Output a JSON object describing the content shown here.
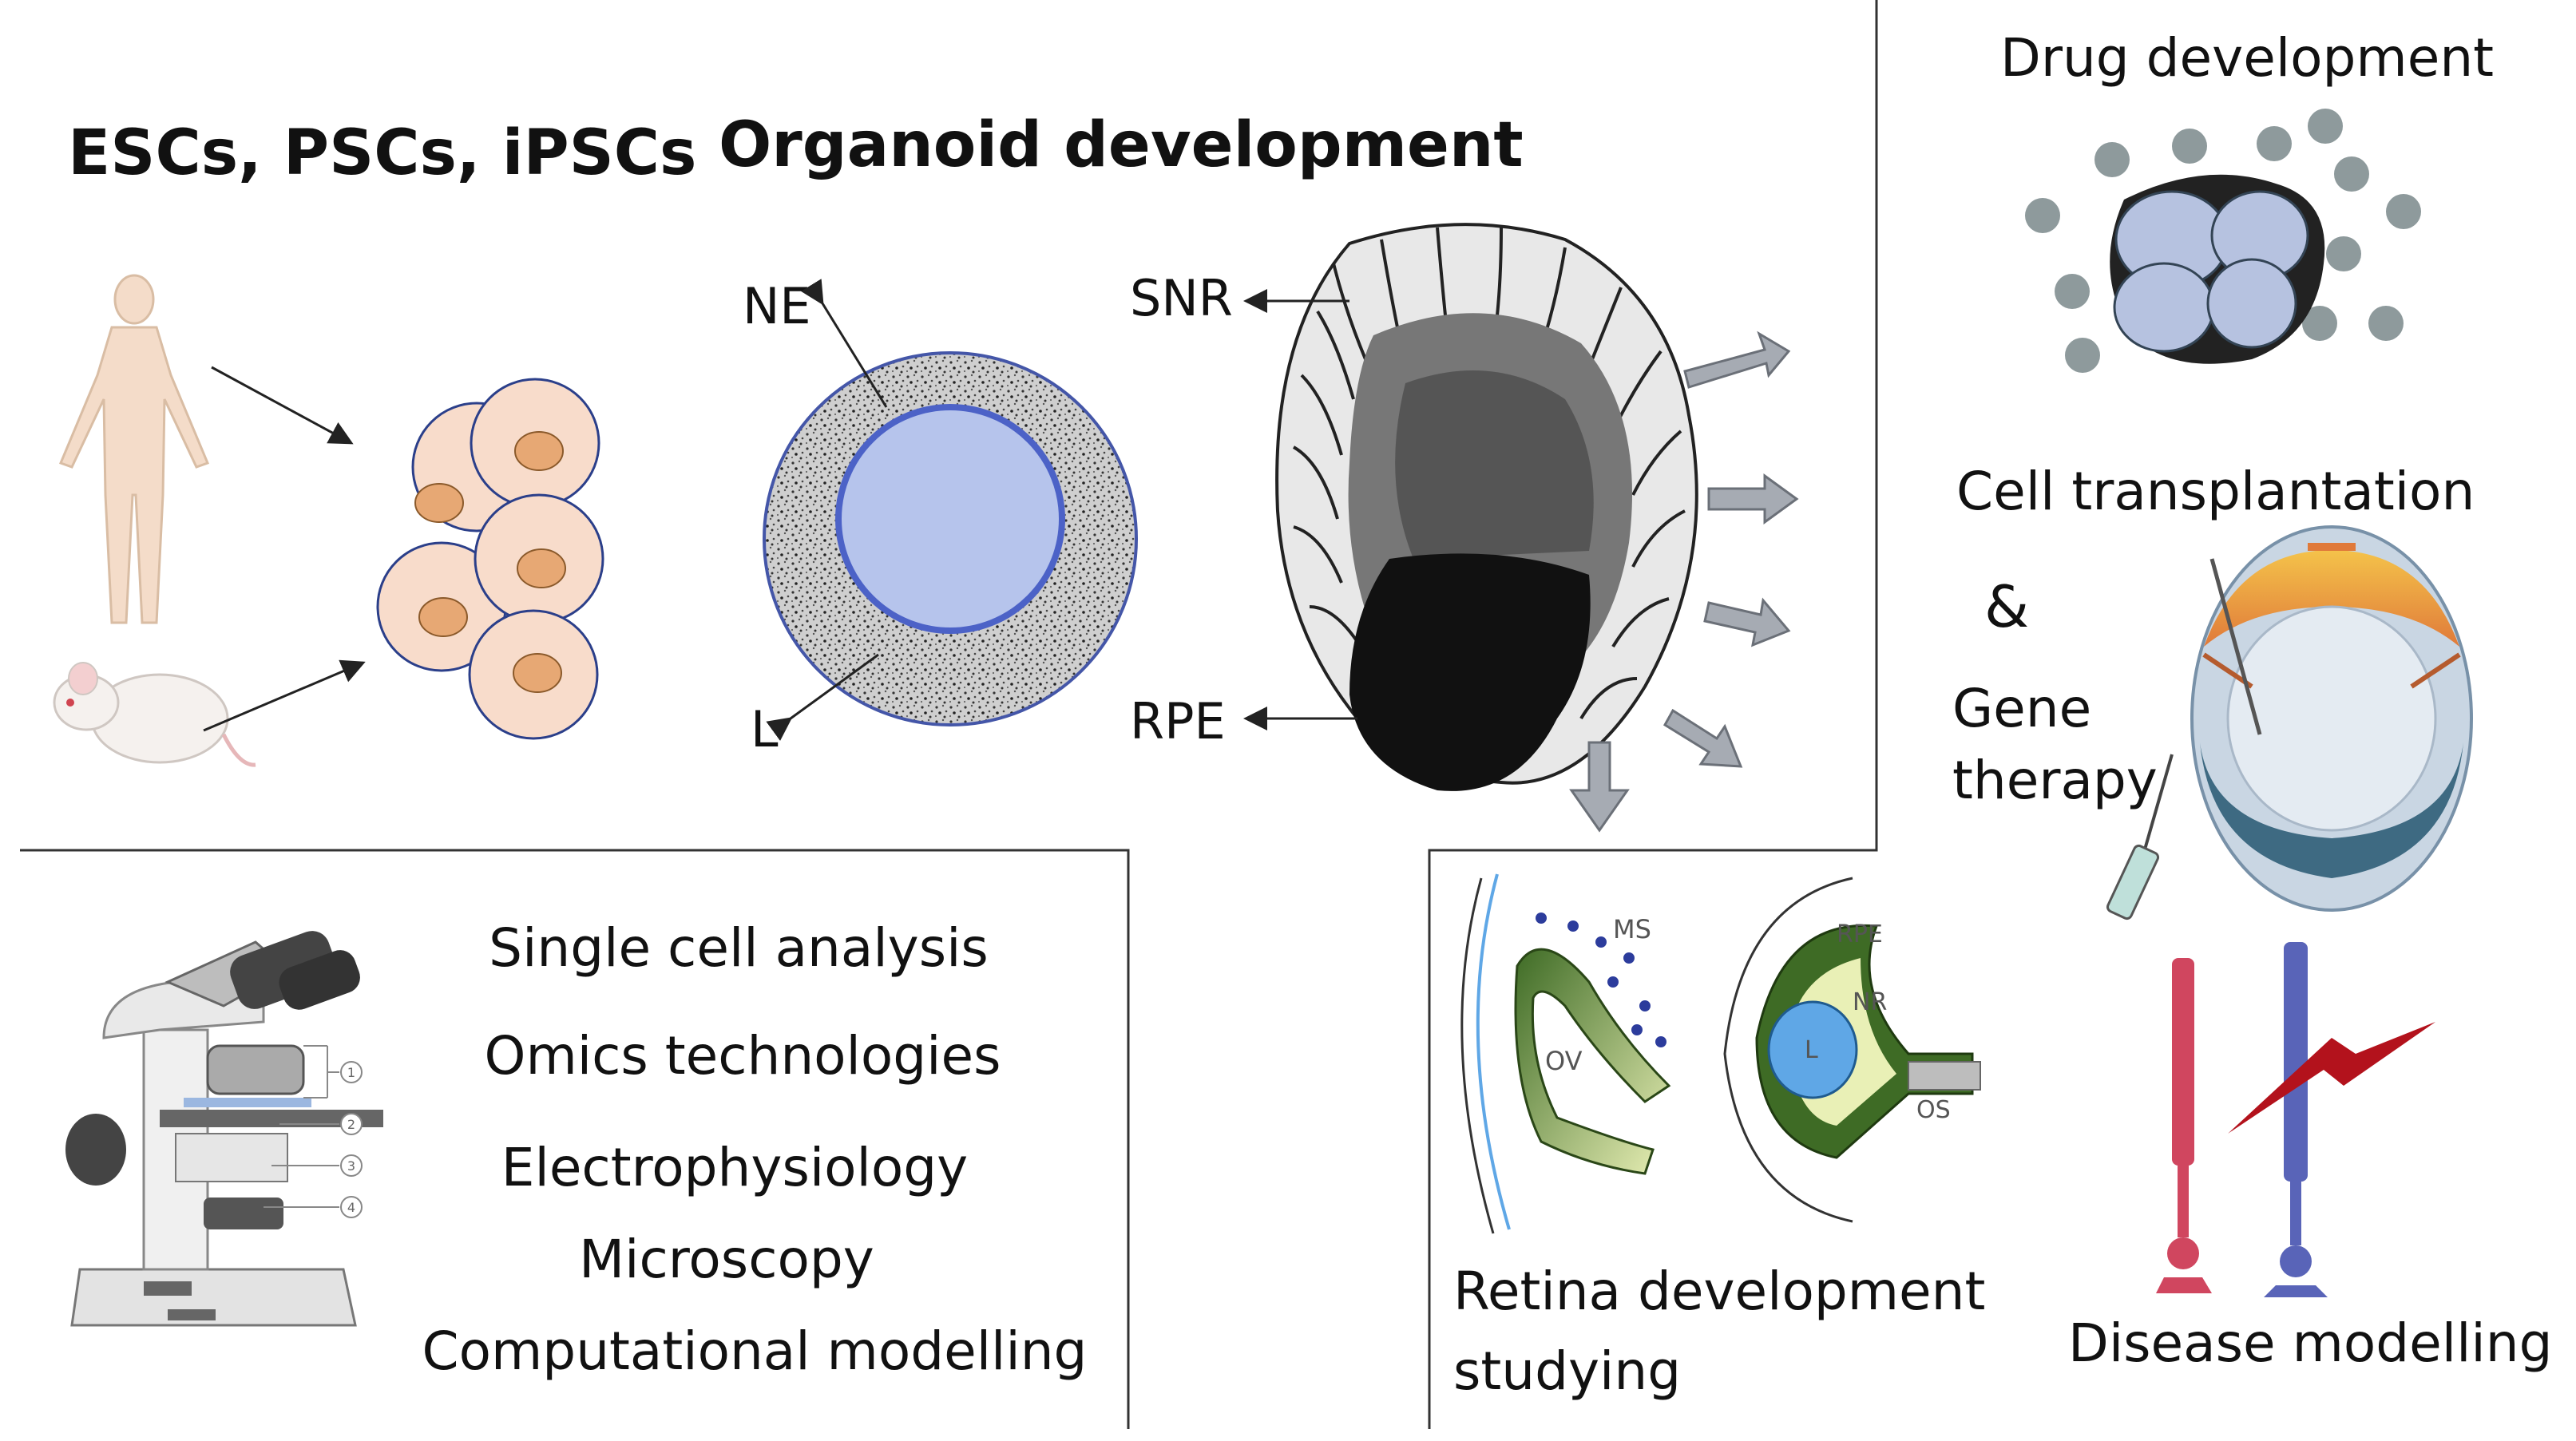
{
  "sources": {
    "title": "ESCs, PSCs, iPSCs"
  },
  "organoid": {
    "title": "Organoid development",
    "ne_label": "NE",
    "l_label": "L",
    "snr_label": "SNR",
    "rpe_label": "RPE"
  },
  "applications": {
    "drug": "Drug development",
    "cell_transplant": "Cell transplantation",
    "ampersand": "&",
    "gene_line1": "Gene",
    "gene_line2": "therapy",
    "disease": "Disease modelling",
    "retina_line1": "Retina development",
    "retina_line2": "studying"
  },
  "methods": {
    "items": [
      "Single cell analysis",
      "Omics technologies",
      "Electrophysiology",
      "Microscopy",
      "Computational modelling"
    ],
    "scope_callouts": [
      "1",
      "2",
      "3",
      "4"
    ]
  },
  "retina_diagram": {
    "ms": "MS",
    "ov": "OV",
    "rpe": "RPE",
    "nr": "NR",
    "l": "L",
    "os": "OS"
  },
  "colors": {
    "line": "#333333",
    "arrow_fill": "#a6abb3",
    "cell_fill": "#f8dccb",
    "nucleus_fill": "#e7a874",
    "lumen_fill": "#b6c4ec",
    "drug_dot": "#8e9a9c",
    "rod_red": "#d0465f",
    "rod_blue": "#5964b8",
    "bolt": "#b3121c",
    "retina_green": "#3e6b25",
    "retina_yellow": "#e9f0b6",
    "lens_blue": "#5fa7e6"
  }
}
